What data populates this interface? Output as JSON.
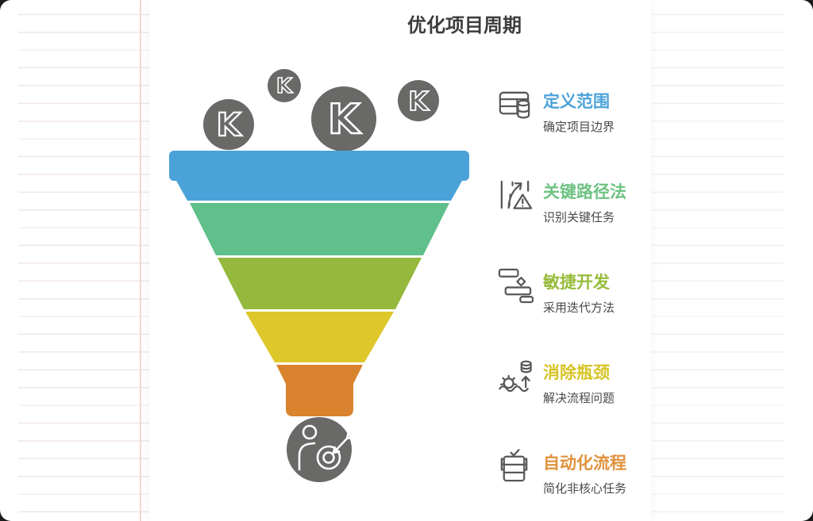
{
  "title": "优化项目周期",
  "funnel": {
    "bubble_letter": "K",
    "bubble_color": "#696967",
    "person_circle_color": "#696967",
    "layers": [
      {
        "label": "定义范围",
        "color": "#4BA2D9"
      },
      {
        "label": "关键路径法",
        "color": "#5FC08B"
      },
      {
        "label": "敏捷开发",
        "color": "#94B93D"
      },
      {
        "label": "消除瓶颈",
        "color": "#DDC72B"
      },
      {
        "label": "自动化流程",
        "color": "#D9832E"
      }
    ]
  },
  "legend": {
    "items": [
      {
        "icon": "table-database-icon",
        "title": "定义范围",
        "subtitle": "确定项目边界",
        "color": "#4BA2D9"
      },
      {
        "icon": "critical-path-icon",
        "title": "关键路径法",
        "subtitle": "识别关键任务",
        "color": "#6EC282"
      },
      {
        "icon": "agile-gantt-icon",
        "title": "敏捷开发",
        "subtitle": "采用迭代方法",
        "color": "#97BC3B"
      },
      {
        "icon": "bottleneck-icon",
        "title": "消除瓶颈",
        "subtitle": "解决流程问题",
        "color": "#D6C426"
      },
      {
        "icon": "automation-icon",
        "title": "自动化流程",
        "subtitle": "简化非核心任务",
        "color": "#E0923D"
      }
    ]
  }
}
